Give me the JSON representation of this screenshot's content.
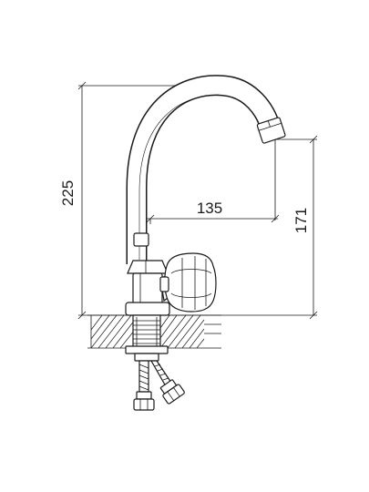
{
  "drawing": {
    "dimensions": {
      "total_height": "225",
      "spout_reach": "135",
      "spout_clearance": "171"
    },
    "parts": [
      "spout-tube",
      "aerator",
      "valve-handle",
      "valve-body",
      "mounting-shank",
      "countertop-section",
      "lock-nut",
      "supply-hose",
      "hose-connector"
    ]
  }
}
